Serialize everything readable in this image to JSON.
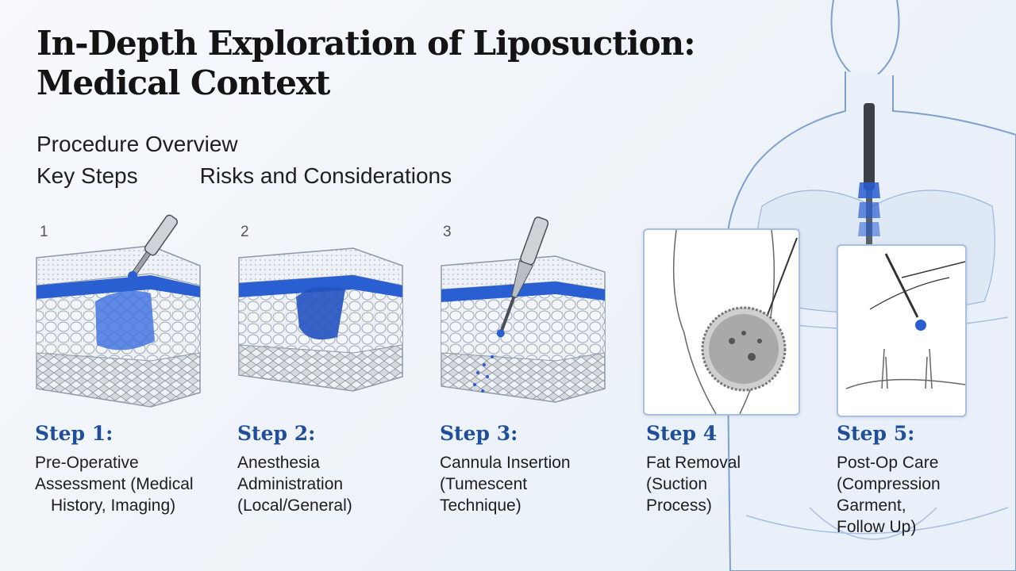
{
  "title_lines": [
    "In-Depth Exploration of Liposuction:",
    "Medical Context"
  ],
  "subtitle": "Procedure Overview",
  "nav": {
    "key_steps": "Key Steps",
    "risks": "Risks and Considerations"
  },
  "steps": [
    {
      "number": "1",
      "heading": "Step 1:",
      "lines": [
        "Pre-Operative",
        "Assessment (Medical",
        "History, Imaging)"
      ]
    },
    {
      "number": "2",
      "heading": "Step 2:",
      "lines": [
        "Anesthesia",
        "Administration",
        "(Local/General)"
      ]
    },
    {
      "number": "3",
      "heading": "Step 3:",
      "lines": [
        "Cannula Insertion",
        "(Tumescent",
        "Technique)"
      ]
    },
    {
      "number": "",
      "heading": "Step 4",
      "lines": [
        "Fat Removal",
        "(Suction",
        "Process)"
      ]
    },
    {
      "number": "",
      "heading": "Step 5:",
      "lines": [
        "Post-Op Care",
        "(Compression",
        "Garment,",
        "Follow Up)"
      ]
    }
  ],
  "colors": {
    "accent": "#1f4f9a",
    "tissue_blue": "#2a5fd1",
    "outline": "#a9c0dd"
  }
}
